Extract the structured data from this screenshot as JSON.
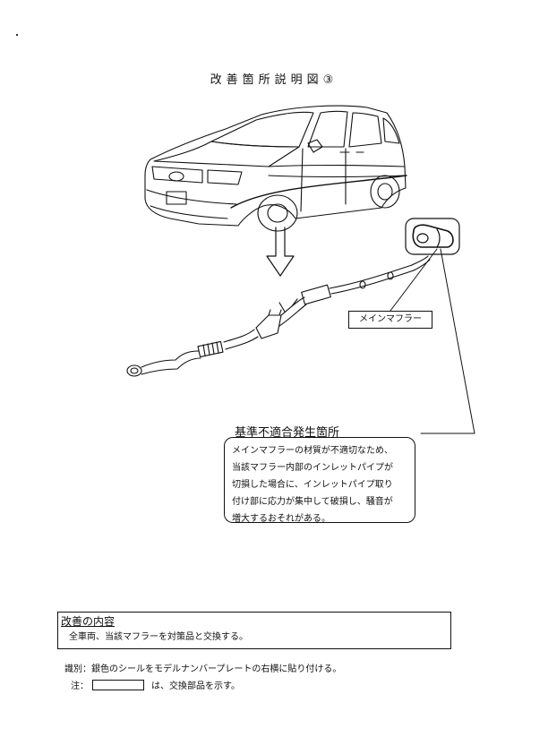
{
  "title": "改善箇所説明図③",
  "part_label": "メインマフラー",
  "defect": {
    "heading": "基準不適合発生箇所",
    "lines": [
      "メインマフラーの材質が不適切なため、",
      "当該マフラー内部のインレットパイプが",
      "切損した場合に、インレットパイプ取り",
      "付け部に応力が集中して破損し、騒音が",
      "増大するおそれがある。"
    ]
  },
  "improvement": {
    "heading": "改善の内容",
    "body": "全車両、当該マフラーを対策品と交換する。"
  },
  "notes": {
    "identification": "識別：銀色のシールをモデルナンバープレートの右横に貼り付ける。",
    "legend_prefix": "注：",
    "legend_suffix": "は、交換部品を示す。"
  },
  "colors": {
    "ink": "#111111",
    "paper": "#ffffff"
  }
}
